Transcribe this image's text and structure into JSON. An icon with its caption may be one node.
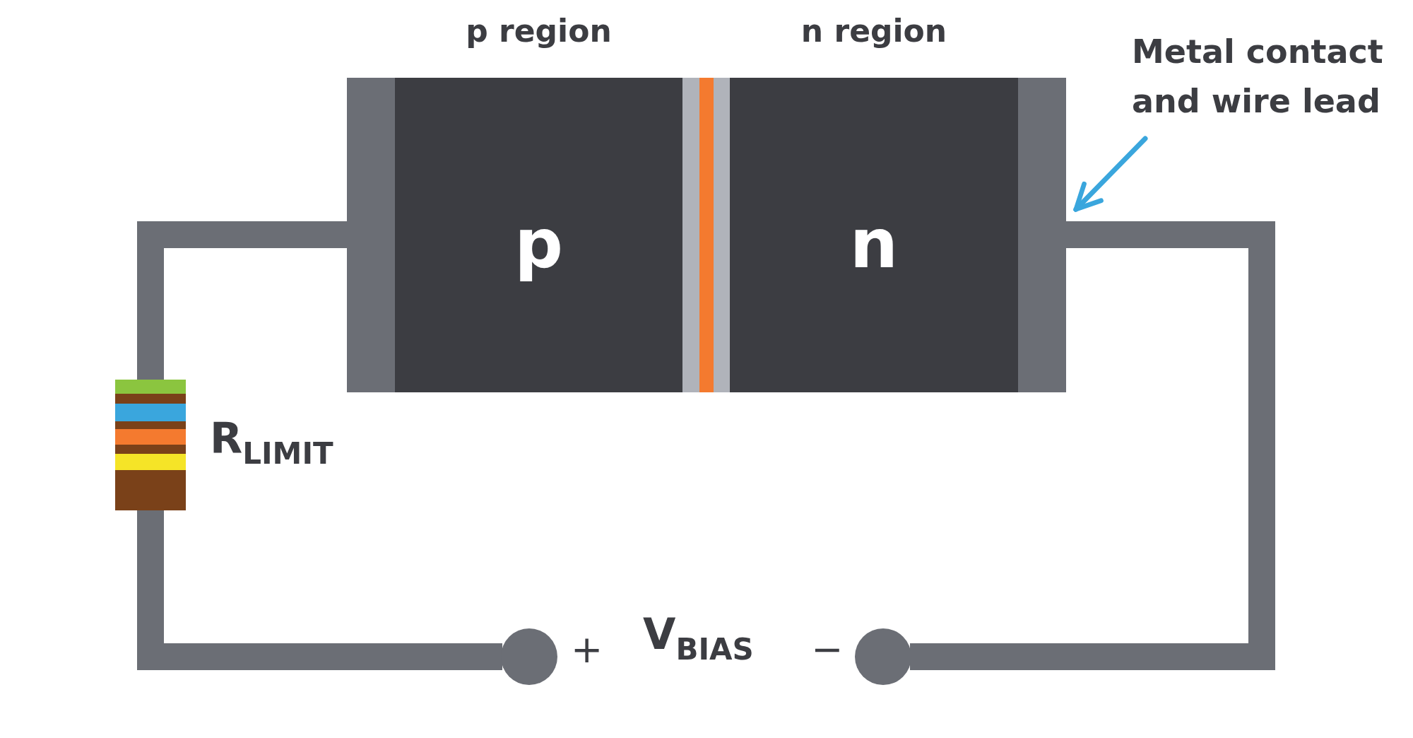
{
  "diagram": {
    "nodes": [
      {
        "text": [
          "p region",
          "p"
        ]
      },
      {
        "text": [
          "n region",
          "n"
        ]
      },
      {
        "text": [],
        "shape": "box"
      },
      {
        "text": [],
        "shape": "box"
      },
      {
        "text": [
          "Metal contact and wire lead"
        ]
      },
      {
        "text": [],
        "shape": "resistor",
        "beside": [
          "R$_{LIMIT}$"
        ]
      },
      {
        "text": [],
        "shape": "circle",
        "beside": [
          "+"
        ]
      },
      {
        "text": [],
        "shape": "circle",
        "beside": [
          "−"
        ]
      }
    ],
    "edges": [
      {
        "from": 4,
        "to": 3,
        "arrow": "to",
        "color": "#3aa6dd"
      },
      {
        "from": 2,
        "to": 5,
        "arrow": "none"
      },
      {
        "from": 5,
        "to": 6,
        "arrow": "none"
      },
      {
        "from": 7,
        "to": 3,
        "arrow": "none"
      }
    ],
    "labels": [
      "V$_{BIAS}$"
    ]
  }
}
